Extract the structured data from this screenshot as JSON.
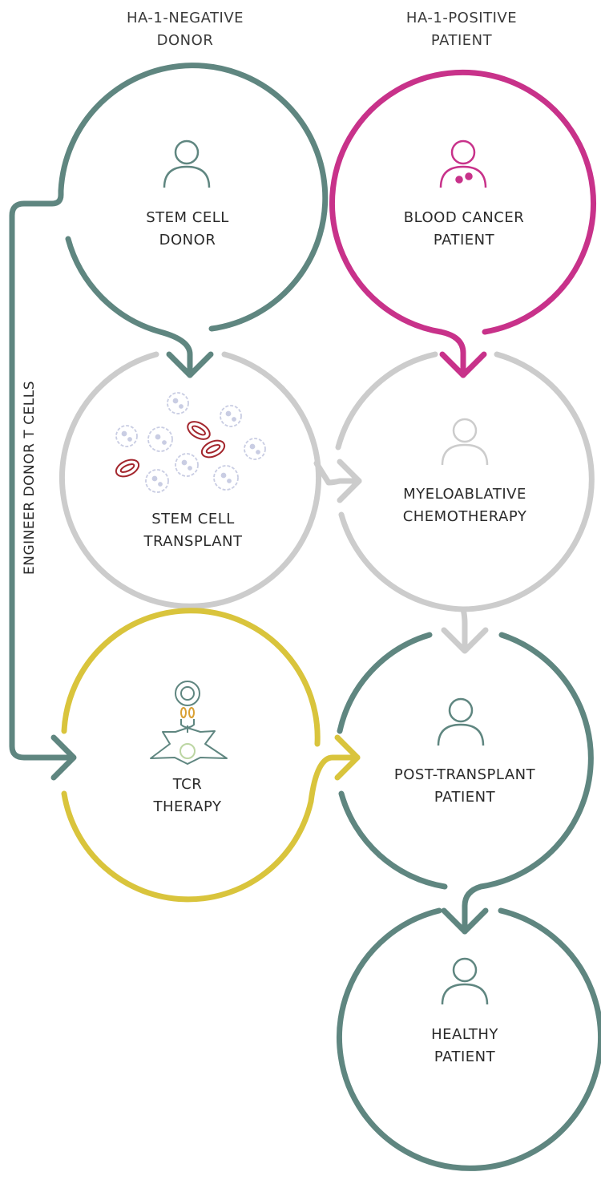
{
  "headers": {
    "donor": [
      "HA-1-NEGATIVE",
      "DONOR"
    ],
    "patient": [
      "HA-1-POSITIVE",
      "PATIENT"
    ]
  },
  "nodes": {
    "stem_cell_donor": [
      "STEM CELL",
      "DONOR"
    ],
    "blood_cancer_patient": [
      "BLOOD CANCER",
      "PATIENT"
    ],
    "stem_cell_transplant": [
      "STEM CELL",
      "TRANSPLANT"
    ],
    "myeloablative_chemotherapy": [
      "MYELOABLATIVE",
      "CHEMOTHERAPY"
    ],
    "tcr_therapy": [
      "TCR",
      "THERAPY"
    ],
    "post_transplant_patient": [
      "POST-TRANSPLANT",
      "PATIENT"
    ],
    "healthy_patient": [
      "HEALTHY",
      "PATIENT"
    ]
  },
  "side_label": "ENGINEER DONOR T CELLS",
  "colors": {
    "teal": "#5f8680",
    "magenta": "#c8328a",
    "gray": "#cccccc",
    "yellow": "#d9c43c",
    "red_cell": "#a3262d",
    "stem_cell": "#c9cde3"
  }
}
